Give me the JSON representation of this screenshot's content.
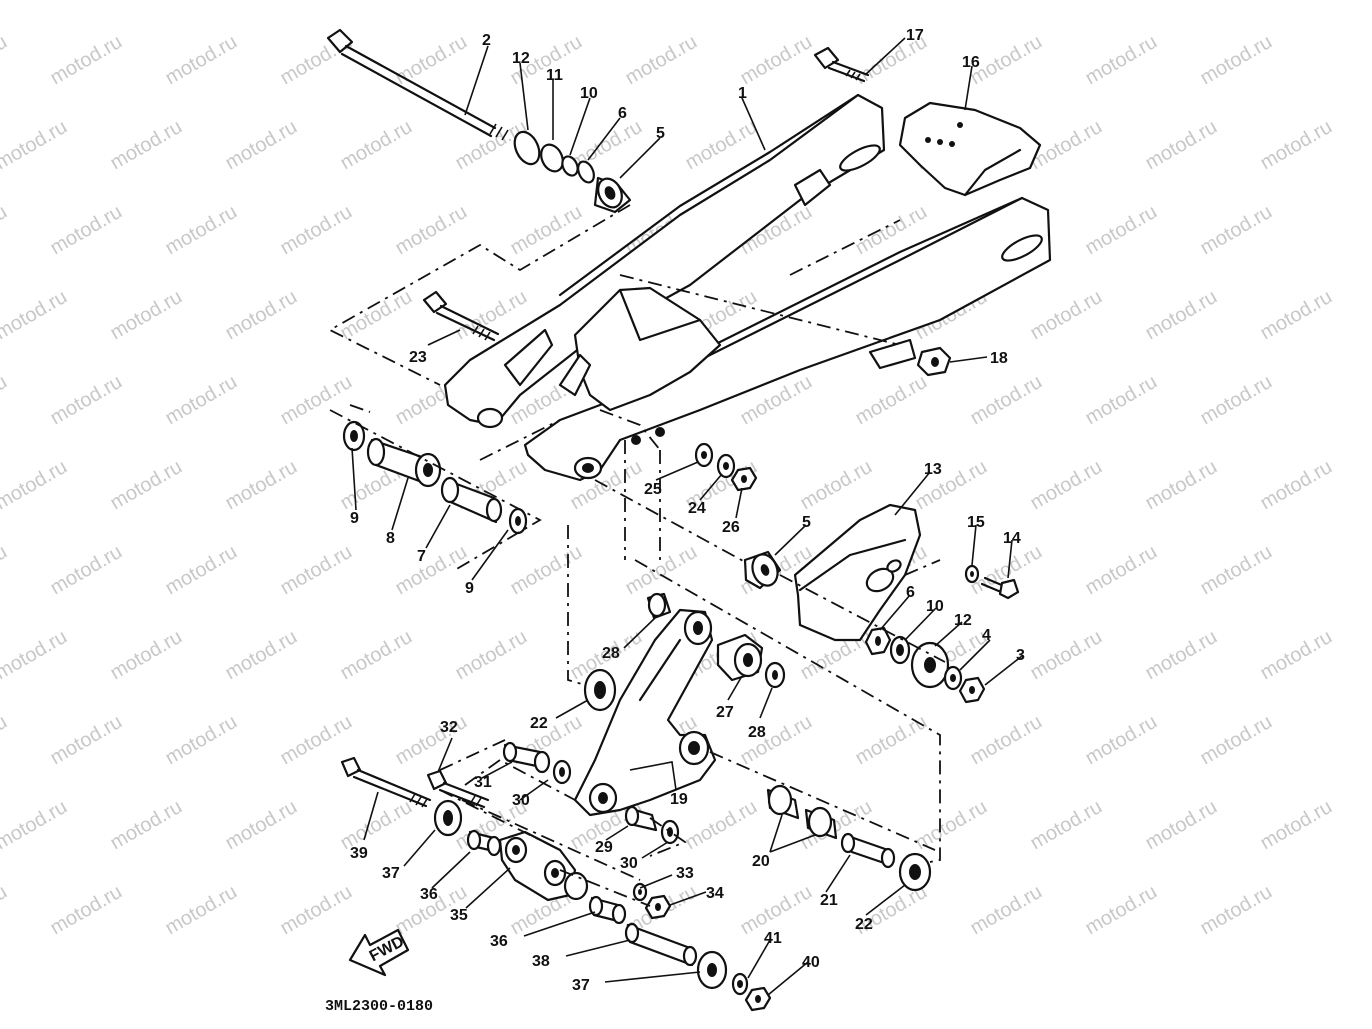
{
  "watermark": "motod.ru",
  "diagram_code": "3ML2300-0180",
  "fwd_label": "FWD",
  "callouts": [
    "1",
    "2",
    "3",
    "4",
    "5",
    "5",
    "6",
    "6",
    "7",
    "8",
    "9",
    "9",
    "10",
    "10",
    "11",
    "12",
    "12",
    "13",
    "14",
    "15",
    "16",
    "17",
    "18",
    "19",
    "20",
    "21",
    "22",
    "22",
    "23",
    "24",
    "25",
    "26",
    "27",
    "28",
    "28",
    "29",
    "30",
    "30",
    "31",
    "32",
    "33",
    "34",
    "35",
    "36",
    "36",
    "37",
    "37",
    "38",
    "39",
    "40",
    "41"
  ]
}
